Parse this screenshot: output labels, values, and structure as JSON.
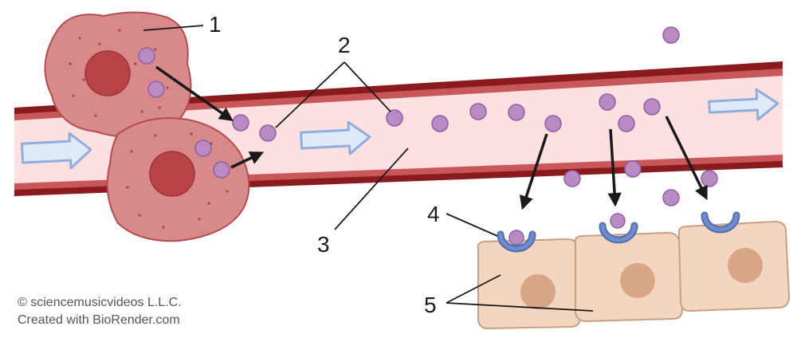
{
  "labels": {
    "one": "1",
    "two": "2",
    "three": "3",
    "four": "4",
    "five": "5"
  },
  "credits": {
    "line1": "© sciencemusicvideos L.L.C.",
    "line2": "Created with BioRender.com"
  },
  "colors": {
    "vessel_wall": "#8b1a1e",
    "vessel_inner": "#c9575a",
    "vessel_lumen": "#fde0e0",
    "secreting_cell": "#d88a8a",
    "secreting_nucleus": "#b84346",
    "hormone": "#b98ac4",
    "receptor": "#5f7cc0",
    "target_cell": "#f3d6bf",
    "target_nucleus": "#d8a587",
    "flow_arrow": "#aac3e8"
  }
}
